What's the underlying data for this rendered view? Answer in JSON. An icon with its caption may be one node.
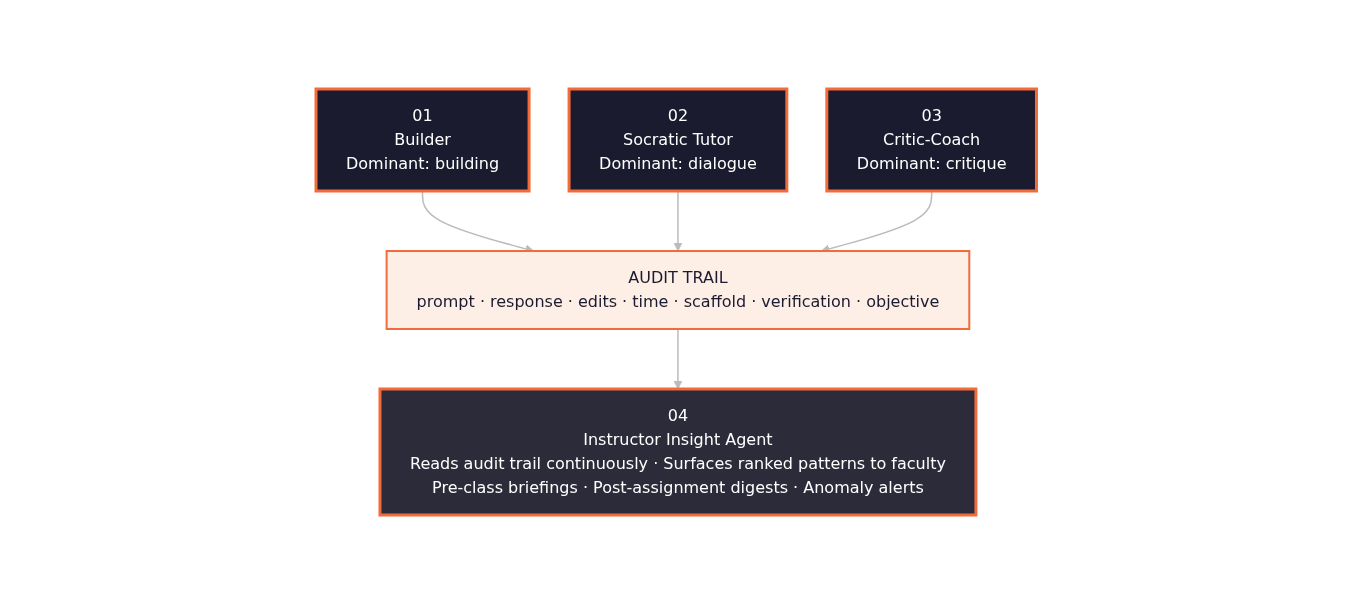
{
  "diagram": {
    "nodes": [
      {
        "text": [
          "01",
          "Builder",
          "Dominant: building"
        ]
      },
      {
        "text": [
          "02",
          "Socratic Tutor",
          "Dominant: dialogue"
        ]
      },
      {
        "text": [
          "03",
          "Critic-Coach",
          "Dominant: critique"
        ]
      },
      {
        "text": [
          "AUDIT TRAIL",
          "prompt · response · edits · time · scaffold · verification · objective"
        ]
      },
      {
        "text": [
          "04",
          "Instructor Insight Agent",
          "Reads audit trail continuously · Surfaces ranked patterns to faculty",
          "Pre-class briefings · Post-assignment digests · Anomaly alerts"
        ]
      }
    ],
    "edges": [
      {
        "from": 0,
        "to": 3,
        "arrow": "to"
      },
      {
        "from": 1,
        "to": 3,
        "arrow": "to"
      },
      {
        "from": 2,
        "to": 3,
        "arrow": "to"
      },
      {
        "from": 3,
        "to": 4,
        "arrow": "to"
      }
    ]
  }
}
